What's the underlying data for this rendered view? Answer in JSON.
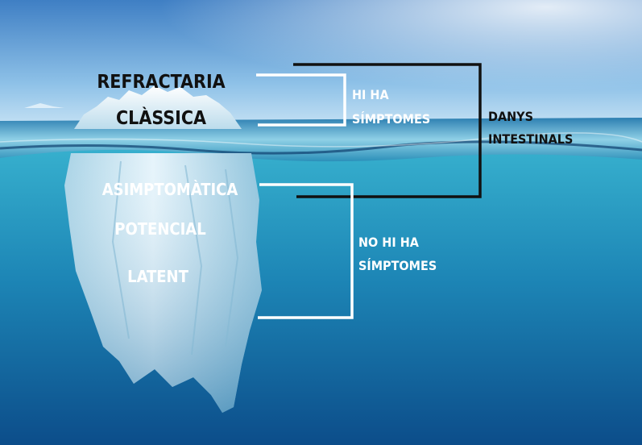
{
  "labels": {
    "refractaria": "REFRACTARIA",
    "classica": "CLÀSSICA",
    "asimptomatica": "ASIMPTOMÀTICA",
    "potencial": "POTENCIAL",
    "latent": "LATENT",
    "hi_ha_line1": "HI HA",
    "hi_ha_line2": "SÍMPTOMES",
    "no_hi_ha_line1": "NO HI HA",
    "no_hi_ha_line2": "SÍMPTOMES",
    "danys_line1": "DANYS",
    "danys_line2": "INTESTINALS"
  },
  "colors": {
    "sky_top": "#3f7fc4",
    "sky_bottom": "#d8ecf8",
    "water_top": "#2aa3c6",
    "water_deep": "#0c4d8a",
    "ice": "#dfeff8",
    "bracket_white": "#ffffff",
    "bracket_black": "#111111"
  }
}
